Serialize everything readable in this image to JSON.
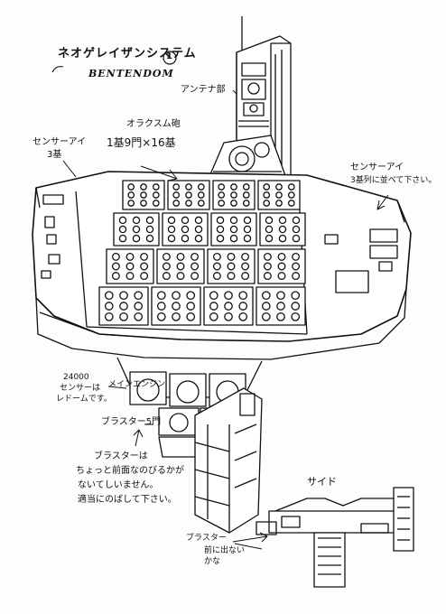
{
  "sheet": {
    "title": "ネオゲレイザンシステム",
    "title_number": "1",
    "subtitle": "BENTENDOM"
  },
  "notes": {
    "antenna": "アンテナ部",
    "sensor_left_1": "センサーアイ",
    "sensor_left_2": "3基",
    "tracks_1": "オラクスム砲",
    "tracks_2": "1基9門×16基",
    "sensor_right_1": "センサーアイ",
    "sensor_right_2": "3基列に並べて下さい。",
    "underside_1": "24000",
    "underside_2": "センサーは",
    "underside_3": "レドームです。",
    "engine_label": "メインエンジン",
    "blaster_count": "ブラスター5門",
    "blaster_note_1": "ブラスターは",
    "blaster_note_2": "ちょっと前面なのびるかが",
    "blaster_note_3": "ないてしいません。",
    "blaster_note_4": "適当にのばして下さい。",
    "side_label": "サイド",
    "side_blaster": "ブラスター",
    "side_note": "前に出ない\nかな"
  }
}
